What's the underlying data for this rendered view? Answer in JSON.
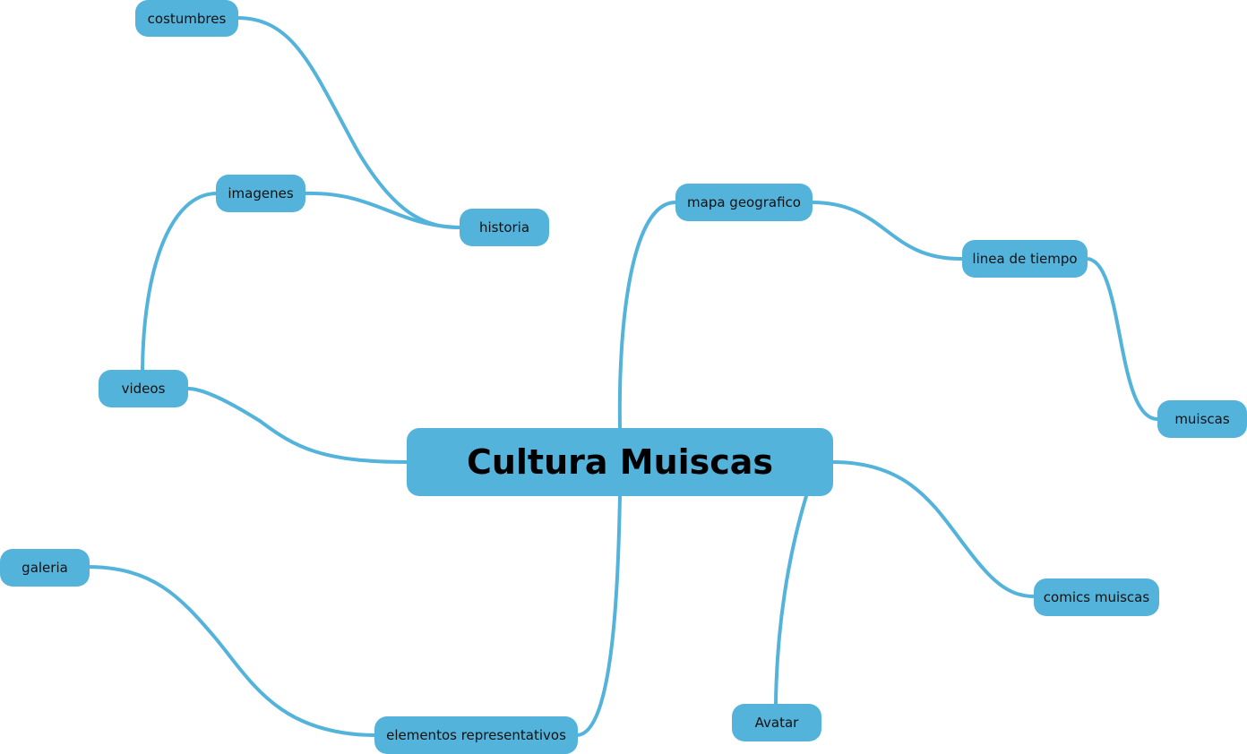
{
  "colors": {
    "node_fill": "#53b3db",
    "connector": "#53b3db",
    "text": "#111111",
    "background": "#ffffff"
  },
  "mindmap": {
    "central": {
      "label": "Cultura Muiscas"
    },
    "nodes": {
      "costumbres": {
        "label": "costumbres"
      },
      "imagenes": {
        "label": "imagenes"
      },
      "historia": {
        "label": "historia"
      },
      "videos": {
        "label": "videos"
      },
      "mapa_geografico": {
        "label": "mapa geografico"
      },
      "linea_de_tiempo": {
        "label": "linea de tiempo"
      },
      "muiscas": {
        "label": "muiscas"
      },
      "galeria": {
        "label": "galeria"
      },
      "comics_muiscas": {
        "label": "comics muiscas"
      },
      "avatar": {
        "label": "Avatar"
      },
      "elementos_representativos": {
        "label": "elementos representativos"
      }
    }
  }
}
